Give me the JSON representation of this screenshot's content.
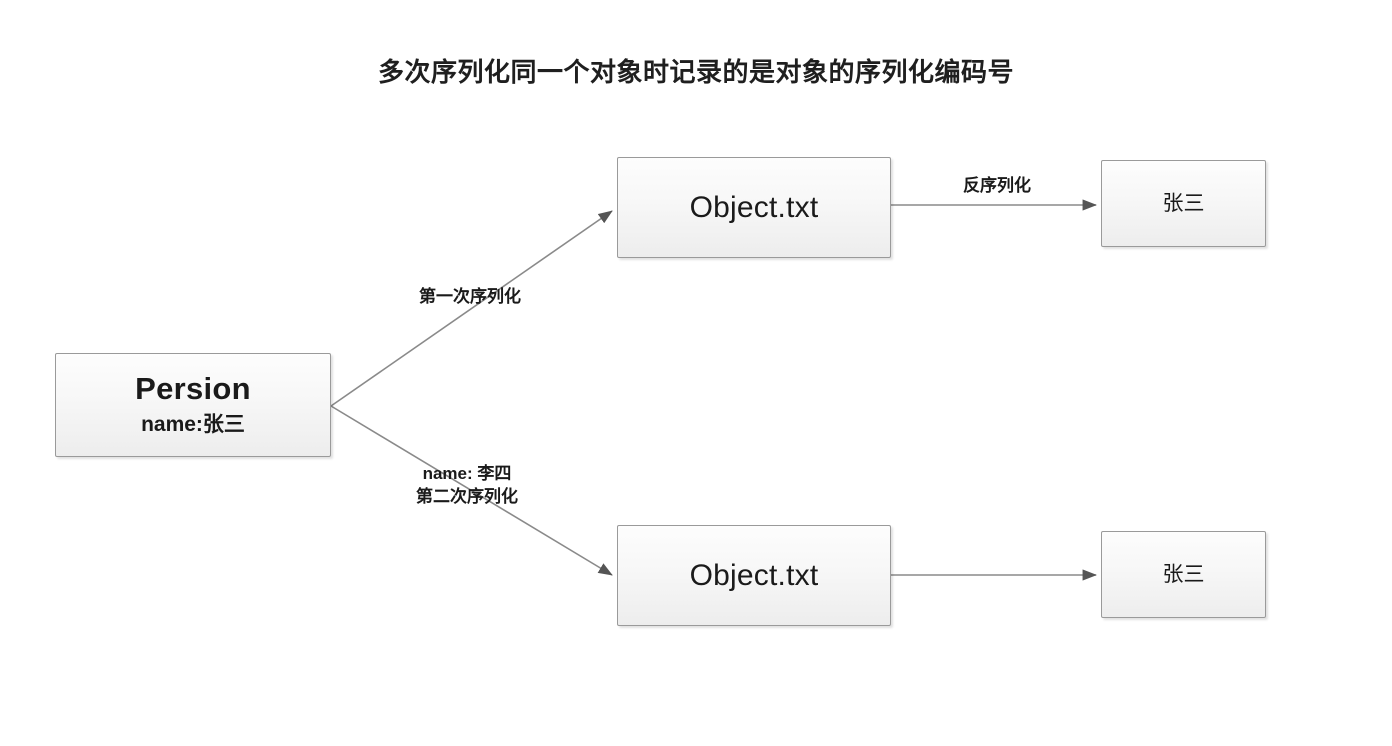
{
  "title": "多次序列化同一个对象时记录的是对象的序列化编码号",
  "theme": {
    "background": "#ffffff",
    "node_border": "#9a9a9a",
    "node_fill_top": "#fdfdfd",
    "node_fill_bottom": "#ededed",
    "edge_stroke": "#8a8a8a",
    "text": "#1a1a1a"
  },
  "nodes": {
    "persion": {
      "name": "Persion",
      "field": "name:张三"
    },
    "object_top": {
      "label": "Object.txt"
    },
    "object_bottom": {
      "label": "Object.txt"
    },
    "result_top": {
      "label": "张三"
    },
    "result_bottom": {
      "label": "张三"
    }
  },
  "edges": {
    "first_serialize": {
      "label": "第一次序列化"
    },
    "second_serialize": {
      "label_line1": "name: 李四",
      "label_line2": "第二次序列化"
    },
    "deserialize_top": {
      "label": "反序列化"
    },
    "deserialize_bottom": {
      "label": ""
    }
  }
}
